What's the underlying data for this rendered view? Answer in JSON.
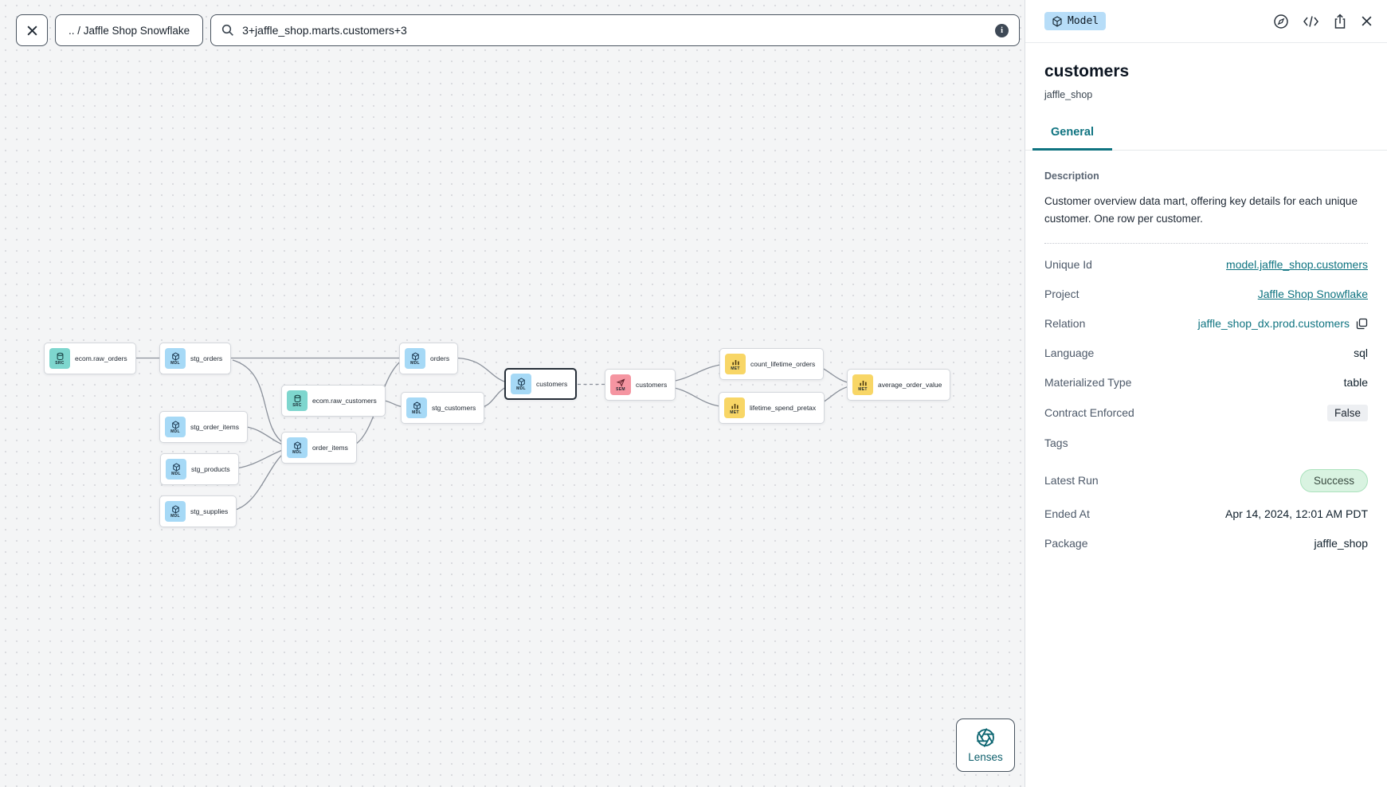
{
  "topbar": {
    "breadcrumb": ".. / Jaffle Shop Snowflake",
    "search": {
      "value": "3+jaffle_shop.marts.customers+3"
    }
  },
  "graph": {
    "lenses_label": "Lenses",
    "nodes": [
      {
        "label": "ecom.raw_orders",
        "type": "source",
        "abbr": "SRC"
      },
      {
        "label": "stg_orders",
        "type": "model",
        "abbr": "MDL"
      },
      {
        "label": "ecom.raw_customers",
        "type": "source",
        "abbr": "SRC"
      },
      {
        "label": "stg_order_items",
        "type": "model",
        "abbr": "MDL"
      },
      {
        "label": "stg_products",
        "type": "model",
        "abbr": "MDL"
      },
      {
        "label": "stg_supplies",
        "type": "model",
        "abbr": "MDL"
      },
      {
        "label": "order_items",
        "type": "model",
        "abbr": "MDL"
      },
      {
        "label": "orders",
        "type": "model",
        "abbr": "MDL"
      },
      {
        "label": "stg_customers",
        "type": "model",
        "abbr": "MDL"
      },
      {
        "label": "customers",
        "type": "model",
        "abbr": "MDL",
        "selected": true
      },
      {
        "label": "customers",
        "type": "semantic_model",
        "abbr": "SEM"
      },
      {
        "label": "count_lifetime_orders",
        "type": "metric",
        "abbr": "MET"
      },
      {
        "label": "lifetime_spend_pretax",
        "type": "metric",
        "abbr": "MET"
      },
      {
        "label": "average_order_value",
        "type": "metric",
        "abbr": "MET"
      }
    ]
  },
  "panel": {
    "type_badge": "Model",
    "title": "customers",
    "subtitle": "jaffle_shop",
    "tab_general": "General",
    "description_label": "Description",
    "description": "Customer overview data mart, offering key details for each unique customer. One row per customer.",
    "fields": {
      "unique_id": {
        "label": "Unique Id",
        "value": "model.jaffle_shop.customers"
      },
      "project": {
        "label": "Project",
        "value": "Jaffle Shop Snowflake"
      },
      "relation": {
        "label": "Relation",
        "value": "jaffle_shop_dx.prod.customers"
      },
      "language": {
        "label": "Language",
        "value": "sql"
      },
      "materialized": {
        "label": "Materialized Type",
        "value": "table"
      },
      "contract": {
        "label": "Contract Enforced",
        "value": "False"
      },
      "tags": {
        "label": "Tags",
        "value": ""
      },
      "latest_run": {
        "label": "Latest Run",
        "value": "Success"
      },
      "ended_at": {
        "label": "Ended At",
        "value": "Apr 14, 2024, 12:01 AM PDT"
      },
      "package": {
        "label": "Package",
        "value": "jaffle_shop"
      }
    }
  },
  "colors": {
    "accent_teal": "#0e7380",
    "model_badge_bg": "#b7ddf8",
    "source_badge": "#7ed6ce",
    "model_node_badge": "#a6d9f6",
    "semantic_badge": "#f595a1",
    "metric_badge": "#f8d666",
    "success_bg": "#d9f3e1"
  }
}
